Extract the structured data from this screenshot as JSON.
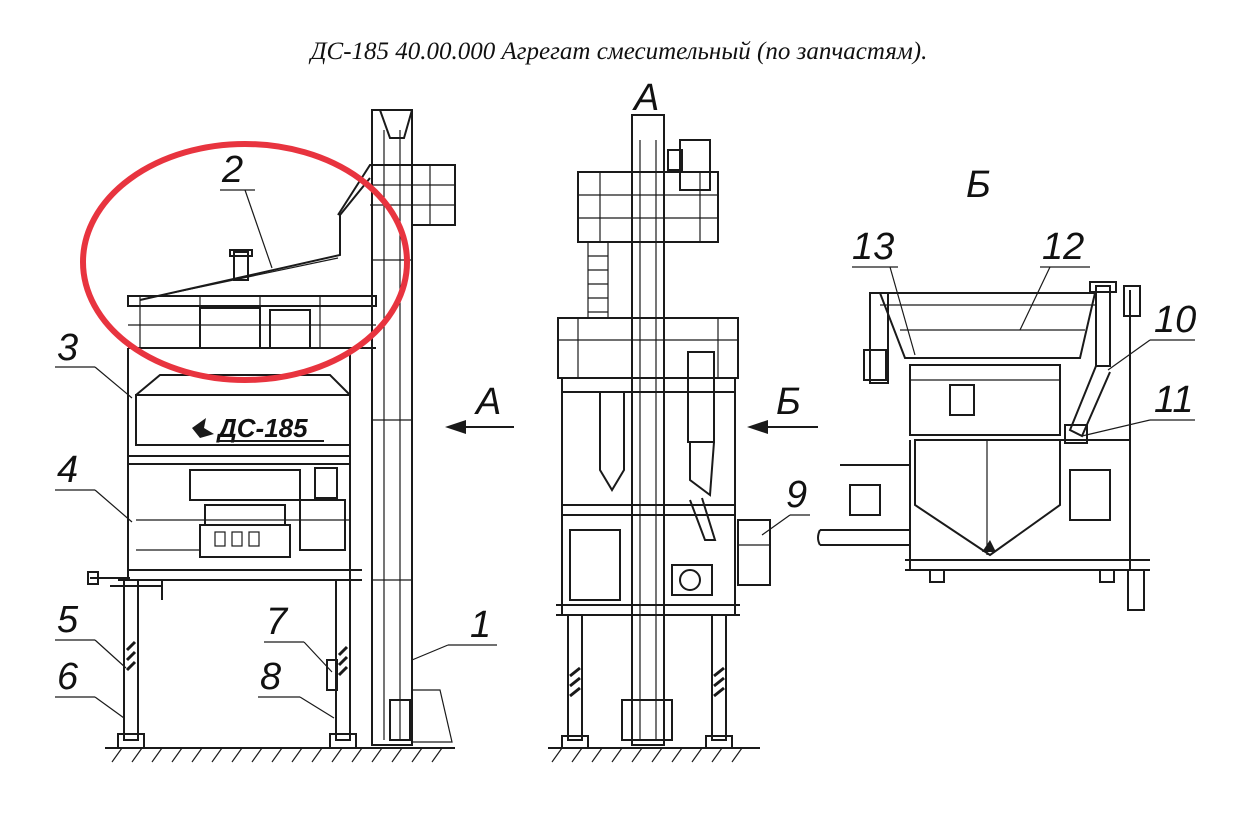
{
  "title": "ДС-185 40.00.000  Агрегат смесительный (по запчастям).",
  "brand_plate": "ДС-185",
  "views": {
    "view_a_label": "А",
    "view_b_label": "Б",
    "arrow_a_label": "А",
    "arrow_b_label": "Б"
  },
  "callouts": {
    "c1": "1",
    "c2": "2",
    "c3": "3",
    "c4": "4",
    "c5": "5",
    "c6": "6",
    "c7": "7",
    "c8": "8",
    "c9": "9",
    "c10": "10",
    "c11": "11",
    "c12": "12",
    "c13": "13"
  },
  "colors": {
    "highlight": "#e8343f",
    "ink": "#1a1a1a"
  }
}
